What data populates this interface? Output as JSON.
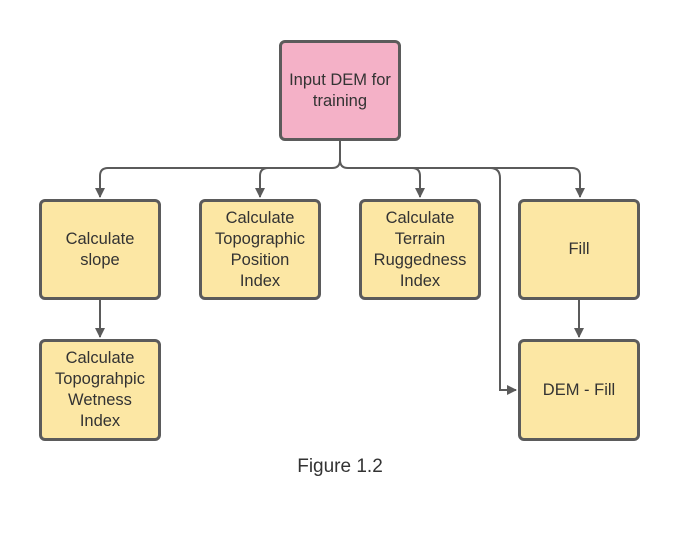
{
  "diagram": {
    "nodes": {
      "input": "Input DEM for\ntraining",
      "slope": "Calculate\nslope",
      "tpi": "Calculate\nTopographic\nPosition\nIndex",
      "tri": "Calculate\nTerrain\nRuggedness\nIndex",
      "fill": "Fill",
      "twi": "Calculate\nTopograhpic\nWetness\nIndex",
      "dem_fill": "DEM - Fill"
    },
    "edges": [
      {
        "from": "input",
        "to": "slope"
      },
      {
        "from": "input",
        "to": "tpi"
      },
      {
        "from": "input",
        "to": "tri"
      },
      {
        "from": "input",
        "to": "fill"
      },
      {
        "from": "input",
        "to": "dem_fill"
      },
      {
        "from": "slope",
        "to": "twi"
      },
      {
        "from": "fill",
        "to": "dem_fill"
      }
    ],
    "colors": {
      "root_fill": "#f4b1c7",
      "node_fill": "#fce7a4",
      "border": "#5b5b5b",
      "line": "#5b5b5b"
    }
  },
  "caption": "Figure 1.2"
}
